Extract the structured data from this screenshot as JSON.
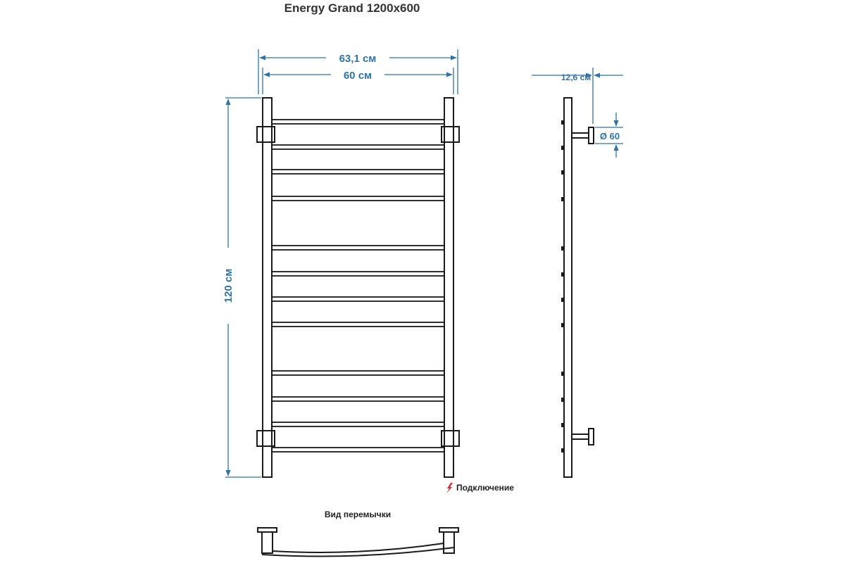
{
  "title": "Energy Grand 1200x600",
  "dimensions": {
    "overall_width": "63,1 см",
    "inner_width": "60 см",
    "height": "120 см",
    "depth": "12,6 см",
    "diameter": "Ø 60"
  },
  "labels": {
    "connection": "Подключение",
    "jumper_view": "Вид перемычки"
  },
  "colors": {
    "dimension": "#2f74a6",
    "outline": "#1a1a1a",
    "connection_mark": "#d32f2f"
  },
  "icons": {
    "connection": "lightning-bolt-icon"
  }
}
